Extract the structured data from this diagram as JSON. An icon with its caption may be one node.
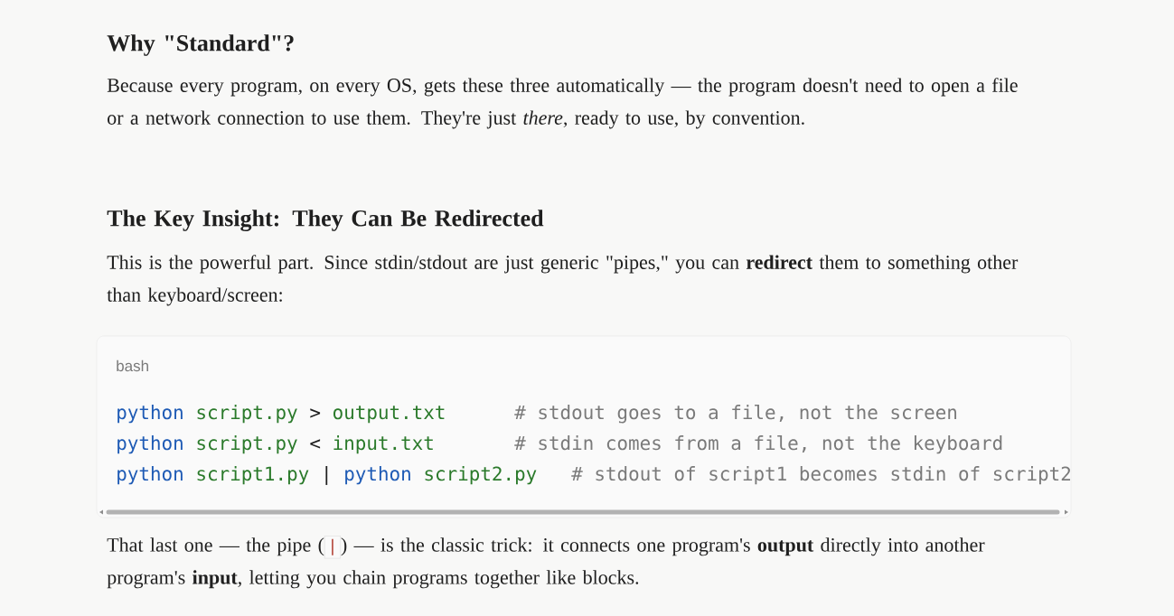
{
  "diagram": {
    "labels": [
      "Why \"Standard\"?",
      "Because every program, on every OS, gets these three automatically — the program doesn't need to open a file or a network connection to use them. They're just *there*, ready to use, by convention.",
      "The Key Insight: They Can Be Redirected",
      "This is the powerful part. Since stdin/stdout are just generic \"pipes,\" you can **redirect** them to something other than keyboard/screen:",
      "bash",
      "python",
      "script.py",
      ">",
      "output.txt",
      "# stdout goes to a file, not the screen",
      "python",
      "script.py",
      "<",
      "input.txt",
      "# stdin comes from a file, not the keyboard",
      "python",
      "script1.py",
      "|",
      "python",
      "script2.py",
      "# stdout of script1 becomes stdin of script2",
      "That last one — the pipe (",
      "|",
      ") — is the classic trick: it connects one program's **output** directly into another program's **input**, letting you chain programs together like blocks."
    ]
  }
}
